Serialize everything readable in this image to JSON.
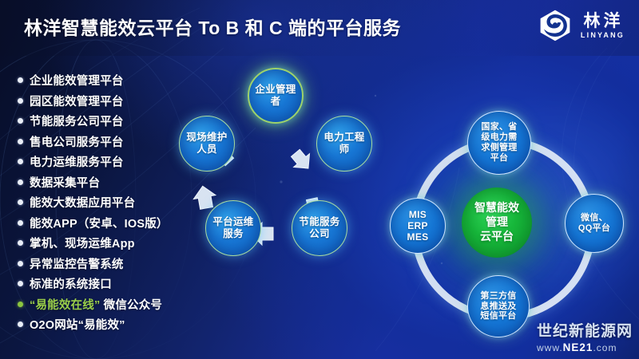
{
  "header": {
    "title": "林洋智慧能效云平台 To B 和 C 端的平台服务",
    "logo_cn": "林洋",
    "logo_en": "LINYANG",
    "logo_icon": "linyang-hexagon-eye-logo"
  },
  "bullets": [
    {
      "text": "企业能效管理平台",
      "green": false
    },
    {
      "text": "园区能效管理平台",
      "green": false
    },
    {
      "text": "节能服务公司平台",
      "green": false
    },
    {
      "text": "售电公司服务平台",
      "green": false
    },
    {
      "text": "电力运维服务平台",
      "green": false
    },
    {
      "text": "数据采集平台",
      "green": false
    },
    {
      "text": "能效大数据应用平台",
      "green": false
    },
    {
      "text": "能效APP（安卓、IOS版）",
      "green": false
    },
    {
      "text": "掌机、现场运维App",
      "green": false
    },
    {
      "text": "异常监控告警系统",
      "green": false
    },
    {
      "text": "标准的系统接口",
      "green": false
    },
    {
      "text": "“易能效在线” 微信公众号",
      "green": true,
      "green_part": "“易能效在线”",
      "white_part": " 微信公众号"
    },
    {
      "text": "O2O网站“易能效”",
      "green": false
    }
  ],
  "cycle_diagram": {
    "name": "role-cycle-diagram",
    "nodes": [
      {
        "id": "enterprise-manager",
        "label": "企业管理者",
        "highlight": true
      },
      {
        "id": "power-engineer",
        "label": "电力工程师",
        "highlight": false
      },
      {
        "id": "energy-saving-company",
        "label": "节能服务公司",
        "highlight": false
      },
      {
        "id": "platform-ops-service",
        "label": "平台运维服务",
        "highlight": false
      },
      {
        "id": "field-maintenance-staff",
        "label": "现场维护人员",
        "highlight": false
      }
    ],
    "arrows": 5,
    "arrow_color": "#dce6f2"
  },
  "wheel_diagram": {
    "name": "cloud-platform-wheel",
    "center": {
      "id": "smart-energy-cloud",
      "label": "智慧能效管理云平台",
      "color": "#17b93b"
    },
    "nodes": [
      {
        "id": "national-provincial-dsm-platform",
        "label": "国家、省级电力需求侧管理平台",
        "position": "top"
      },
      {
        "id": "wechat-qq-platform",
        "label": "微信、QQ平台",
        "position": "right"
      },
      {
        "id": "third-party-sms-platform",
        "label": "第三方信息推送及短信平台",
        "position": "bottom"
      },
      {
        "id": "mis-erp-mes",
        "label": "MIS ERP MES",
        "position": "left"
      }
    ],
    "ring_color": "#e8f0fc"
  },
  "watermark": {
    "cn": "世纪新能源网",
    "url_prefix": "www.",
    "url_brand": "NE21",
    "url_suffix": ".com"
  },
  "colors": {
    "background_dark": "#070d26",
    "background_blue": "#1a2fa6",
    "node_blue": "#1878d6",
    "node_green_border": "#a8dca0",
    "center_green": "#17b93b",
    "accent_green_text": "#9ace4a",
    "white": "#ffffff"
  }
}
